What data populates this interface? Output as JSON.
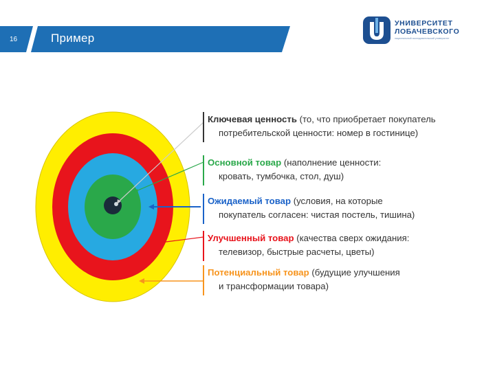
{
  "header": {
    "slide_number": "16",
    "title": "Пример",
    "band_color": "#1e6fb5"
  },
  "logo": {
    "line1": "УНИВЕРСИТЕТ",
    "line2": "ЛОБАЧЕВСКОГО",
    "subtitle": "национальный исследовательский университет",
    "color": "#1d4f91"
  },
  "rings": [
    {
      "name": "yellow-ring",
      "color": "#ffee00"
    },
    {
      "name": "red-ring",
      "color": "#e8141c"
    },
    {
      "name": "blue-ring",
      "color": "#27a9e1"
    },
    {
      "name": "green-ring",
      "color": "#2aa84a"
    },
    {
      "name": "core",
      "color": "#1a2a3a"
    }
  ],
  "labels": [
    {
      "term": "Ключевая ценность",
      "rest": " (то, что приобретает покупатель",
      "line2": "потребительской ценности: номер в гостинице)",
      "color": "#333333"
    },
    {
      "term": "Основной товар",
      "rest": " (наполнение ценности:",
      "line2": "кровать, тумбочка, стол, душ)",
      "color": "#2aa84a"
    },
    {
      "term": "Ожидаемый товар",
      "rest": " (условия, на которые",
      "line2": "покупатель согласен: чистая постель, тишина)",
      "color": "#1a62c8"
    },
    {
      "term": "Улучшенный товар",
      "rest": " (качества сверх ожидания:",
      "line2": "телевизор, быстрые расчеты, цветы)",
      "color": "#e8141c"
    },
    {
      "term": "Потенциальный товар",
      "rest": " (будущие улучшения",
      "line2": "и трансформации товара)",
      "color": "#f7941d"
    }
  ]
}
